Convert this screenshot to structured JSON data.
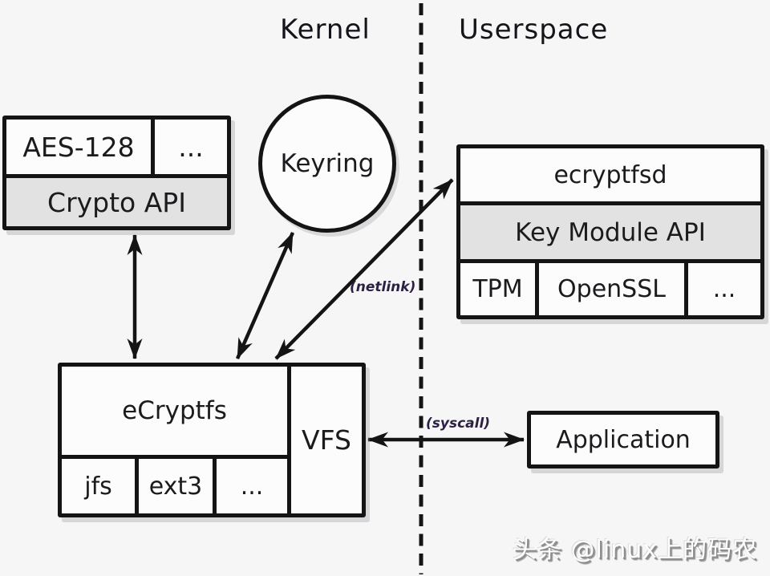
{
  "header": {
    "kernel_label": "Kernel",
    "userspace_label": "Userspace"
  },
  "crypto_box": {
    "cipher_label": "AES-128",
    "ellipsis_label": "...",
    "api_label": "Crypto API"
  },
  "keyring_circle": {
    "label": "Keyring"
  },
  "ecryptfsd_box": {
    "daemon_label": "ecryptfsd",
    "api_label": "Key Module API",
    "modules": [
      "TPM",
      "OpenSSL",
      "..."
    ]
  },
  "ecryptfs_box": {
    "title_label": "eCryptfs",
    "vfs_label": "VFS",
    "filesystems": [
      "jfs",
      "ext3",
      "..."
    ]
  },
  "application_box": {
    "label": "Application"
  },
  "connectors": {
    "netlink_label": "(netlink)",
    "syscall_label": "(syscall)"
  },
  "watermark": {
    "text": "头条 @linux上的码农"
  },
  "colors": {
    "background": "#f7f6f7",
    "box_fill": "#fcfcfd",
    "shaded_fill": "#e3e2e2",
    "border": "#141414",
    "annotation_text": "#2c2044",
    "watermark_text": "#ffffff",
    "watermark_shadow": "#8d8d8d"
  }
}
